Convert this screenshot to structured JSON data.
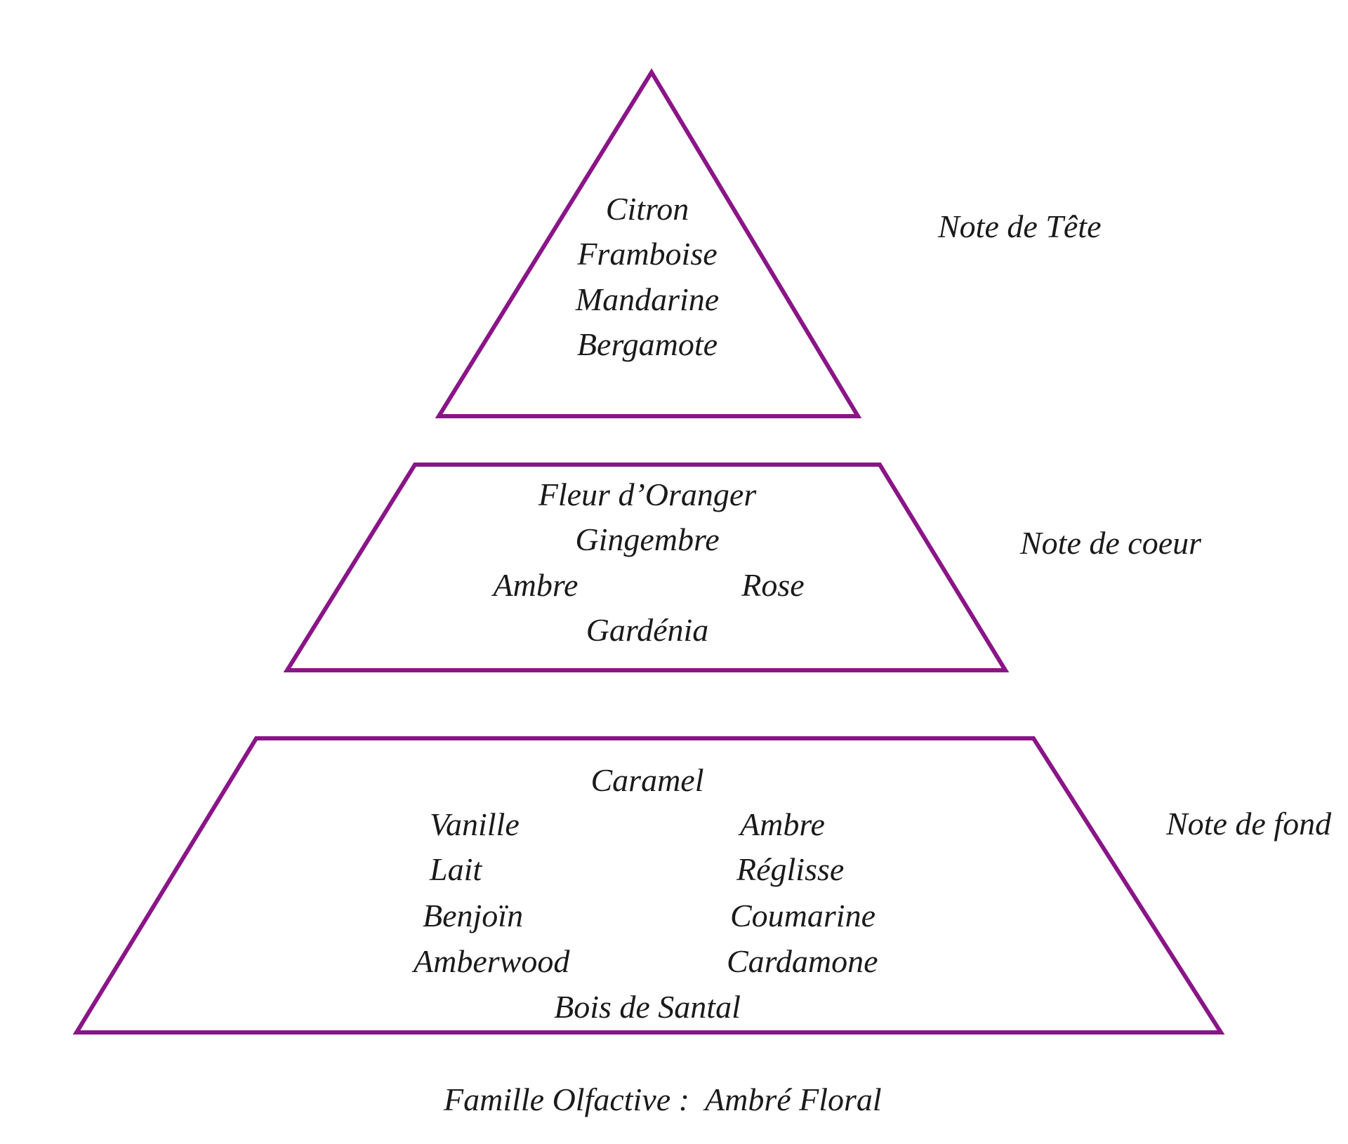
{
  "colors": {
    "outline": "#8a1587",
    "text": "#1a1a1a"
  },
  "top": {
    "label": "Note de Tête",
    "notes": [
      "Citron",
      "Framboise",
      "Mandarine",
      "Bergamote"
    ]
  },
  "heart": {
    "label": "Note de coeur",
    "notes": [
      "Fleur d’Oranger",
      "Gingembre",
      "Ambre",
      "Rose",
      "Gardénia"
    ]
  },
  "base": {
    "label": "Note de fond",
    "notes": [
      "Caramel",
      "Vanille",
      "Ambre",
      "Lait",
      "Réglisse",
      "Benjoïn",
      "Coumarine",
      "Amberwood",
      "Cardamone",
      "Bois de Santal"
    ]
  },
  "family": {
    "label": "Famille Olfactive :",
    "value": "Ambré Floral"
  }
}
